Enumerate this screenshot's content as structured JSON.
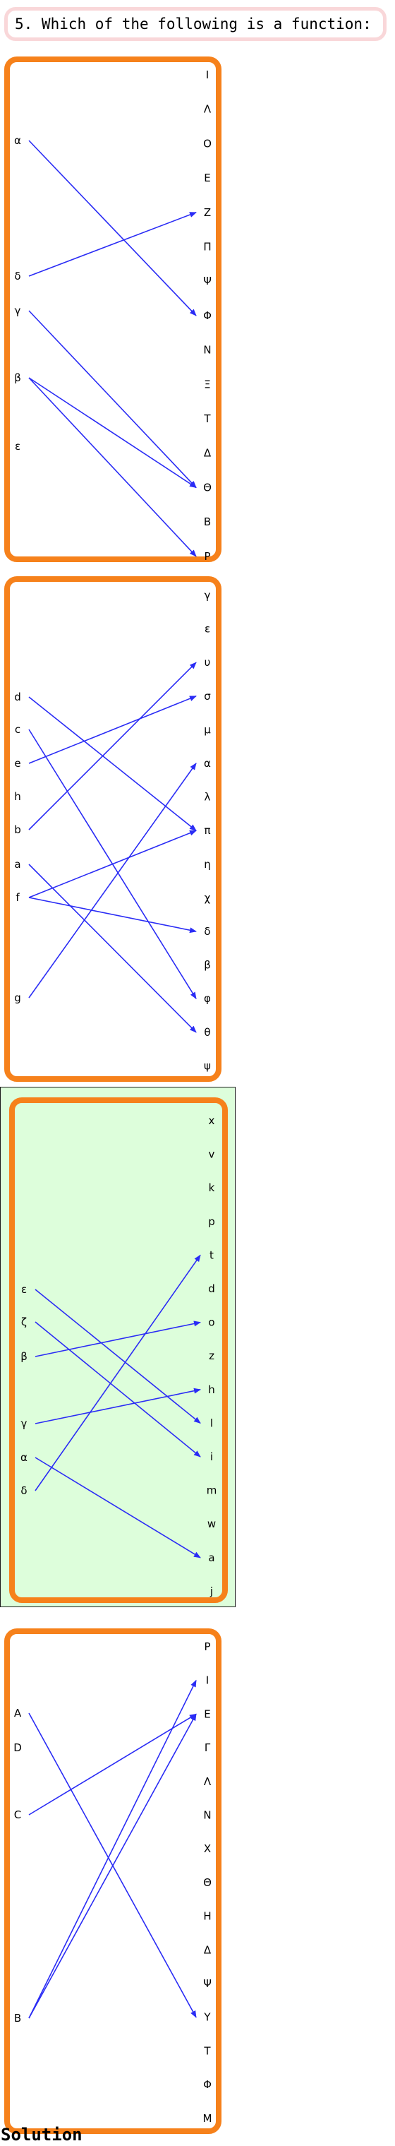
{
  "question": {
    "text": "5. Which of the following is a function:"
  },
  "selected_option": 3,
  "solution": {
    "label": "Solution"
  },
  "colors": {
    "frame": "#f6811b",
    "arrow": "#2a2cf5",
    "selected_bg": "#ddfedb",
    "question_border": "#f9d7d9"
  },
  "options": [
    {
      "left": [
        "α",
        "δ",
        "γ",
        "β",
        "ε"
      ],
      "right": [
        "I",
        "Λ",
        "O",
        "E",
        "Z",
        "Π",
        "Ψ",
        "Φ",
        "N",
        "Ξ",
        "T",
        "Δ",
        "Θ",
        "B",
        "P"
      ],
      "arrows": [
        [
          "α",
          "Φ"
        ],
        [
          "δ",
          "Z"
        ],
        [
          "γ",
          "Θ"
        ],
        [
          "β",
          "Θ"
        ],
        [
          "β",
          "P"
        ]
      ]
    },
    {
      "left": [
        "d",
        "c",
        "e",
        "h",
        "b",
        "a",
        "f",
        "g"
      ],
      "right": [
        "γ",
        "ε",
        "υ",
        "σ",
        "μ",
        "α",
        "λ",
        "π",
        "η",
        "χ",
        "δ",
        "β",
        "φ",
        "θ",
        "ψ"
      ],
      "arrows": [
        [
          "d",
          "π"
        ],
        [
          "c",
          "φ"
        ],
        [
          "e",
          "σ"
        ],
        [
          "b",
          "υ"
        ],
        [
          "a",
          "θ"
        ],
        [
          "f",
          "π"
        ],
        [
          "f",
          "δ"
        ],
        [
          "g",
          "α"
        ]
      ]
    },
    {
      "left": [
        "ε",
        "ζ",
        "β",
        "γ",
        "α",
        "δ"
      ],
      "right": [
        "x",
        "v",
        "k",
        "p",
        "t",
        "d",
        "o",
        "z",
        "h",
        "l",
        "i",
        "m",
        "w",
        "a",
        "j"
      ],
      "arrows": [
        [
          "ε",
          "l"
        ],
        [
          "ζ",
          "i"
        ],
        [
          "β",
          "o"
        ],
        [
          "γ",
          "h"
        ],
        [
          "α",
          "a"
        ],
        [
          "δ",
          "t"
        ]
      ]
    },
    {
      "left": [
        "A",
        "D",
        "C",
        "B"
      ],
      "right": [
        "P",
        "I",
        "E",
        "Γ",
        "Λ",
        "N",
        "X",
        "Θ",
        "H",
        "Δ",
        "Ψ",
        "Y",
        "T",
        "Φ",
        "M"
      ],
      "arrows": [
        [
          "A",
          "Y"
        ],
        [
          "C",
          "E"
        ],
        [
          "B",
          "I"
        ],
        [
          "B",
          "E"
        ]
      ]
    }
  ]
}
